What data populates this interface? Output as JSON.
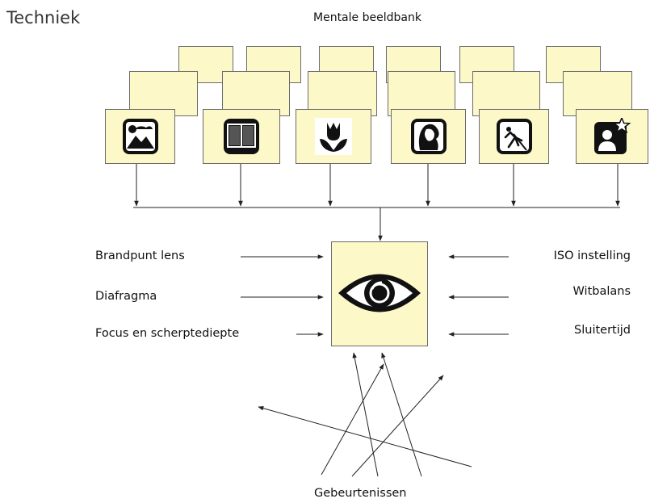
{
  "title": "Techniek",
  "bank_title": "Mentale beeldbank",
  "categories": [
    {
      "icon": "landscape-icon"
    },
    {
      "icon": "book-icon"
    },
    {
      "icon": "tulip-icon"
    },
    {
      "icon": "portrait-icon"
    },
    {
      "icon": "sports-icon"
    },
    {
      "icon": "person-star-icon"
    }
  ],
  "center_icon": "eye-icon",
  "left_labels": [
    "Brandpunt lens",
    "Diafragma",
    "Focus en scherptediepte"
  ],
  "right_labels": [
    "ISO instelling",
    "Witbalans",
    "Sluitertijd"
  ],
  "events_label": "Gebeurtenissen",
  "colors": {
    "card_fill": "#fdf8c8",
    "card_border": "#6b6b6b",
    "line": "#222222"
  }
}
